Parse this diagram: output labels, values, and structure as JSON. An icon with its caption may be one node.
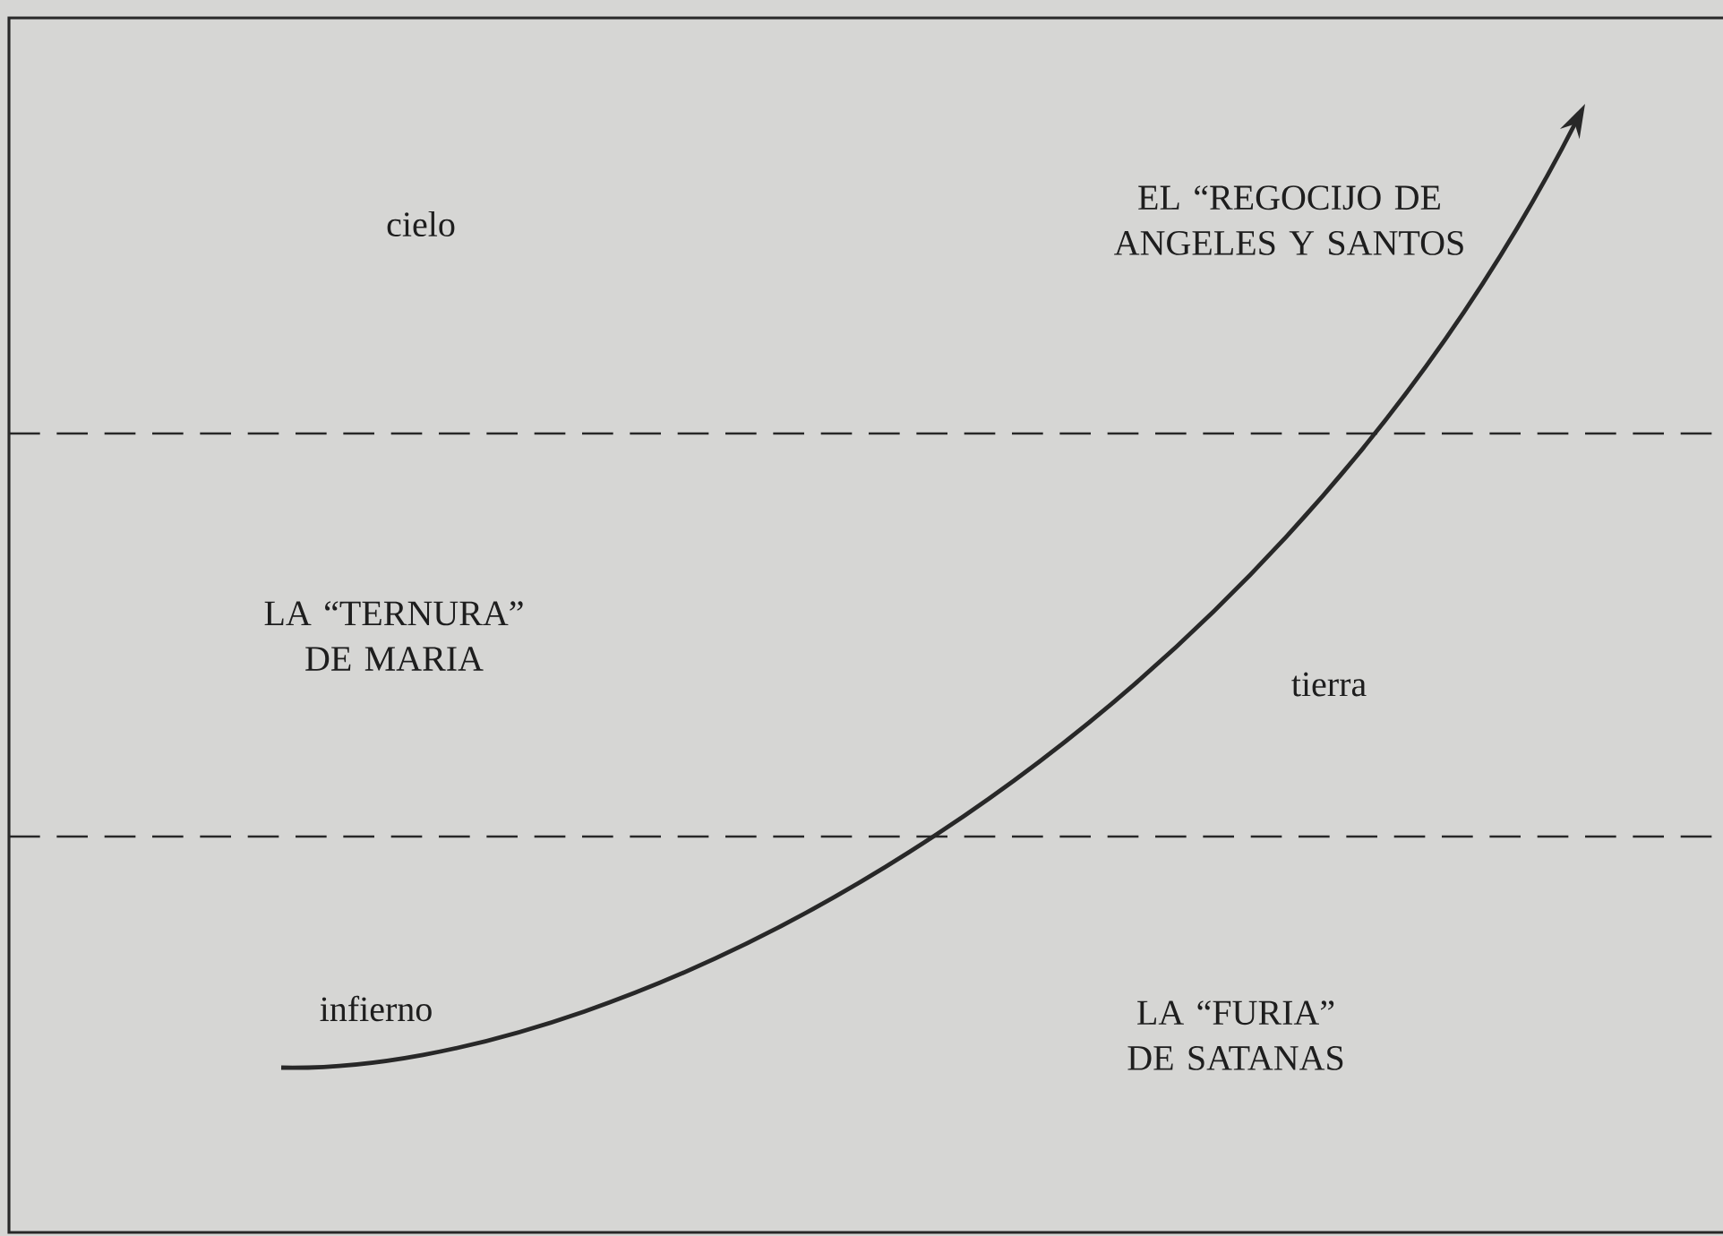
{
  "diagram": {
    "labels": [
      "cielo",
      "EL “REGOCIJO DE ANGELES Y SANTOS",
      "LA “TERNURA” DE MARIA",
      "tierra",
      "infierno",
      "LA “FURIA” DE SATANAS"
    ]
  }
}
